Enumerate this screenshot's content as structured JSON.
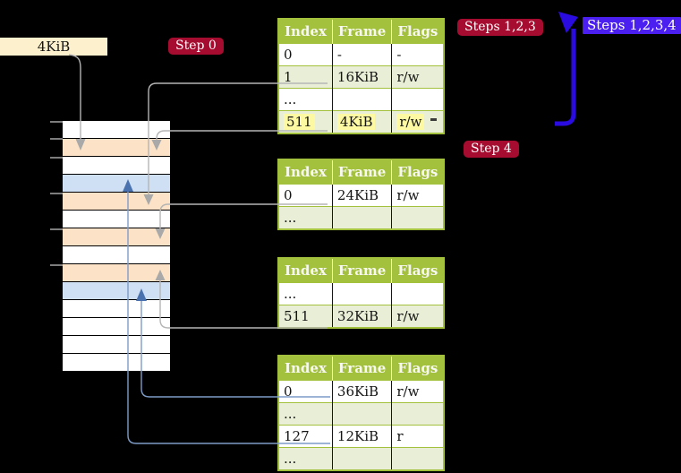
{
  "legend": {
    "label": "4KiB"
  },
  "badges": {
    "step0": "Step 0",
    "steps123": "Steps 1,2,3",
    "steps1234": "Steps 1,2,3,4",
    "step4": "Step 4"
  },
  "memory_strip": {
    "rows": [
      "white",
      "orange",
      "white",
      "blue",
      "orange",
      "white",
      "orange",
      "white",
      "orange",
      "blue",
      "white",
      "white",
      "white",
      "white"
    ]
  },
  "tables": [
    {
      "headers": [
        "Index",
        "Frame",
        "Flags"
      ],
      "rows": [
        {
          "cells": [
            "0",
            "-",
            "-"
          ],
          "shade": "white"
        },
        {
          "cells": [
            "1",
            "16KiB",
            "r/w"
          ],
          "shade": "green"
        },
        {
          "cells": [
            "...",
            "",
            ""
          ],
          "shade": "white"
        },
        {
          "cells": [
            "511",
            "4KiB",
            "r/w"
          ],
          "shade": "green",
          "highlighted": true
        }
      ]
    },
    {
      "headers": [
        "Index",
        "Frame",
        "Flags"
      ],
      "rows": [
        {
          "cells": [
            "0",
            "24KiB",
            "r/w"
          ],
          "shade": "white"
        },
        {
          "cells": [
            "...",
            "",
            ""
          ],
          "shade": "green"
        }
      ]
    },
    {
      "headers": [
        "Index",
        "Frame",
        "Flags"
      ],
      "rows": [
        {
          "cells": [
            "...",
            "",
            ""
          ],
          "shade": "white"
        },
        {
          "cells": [
            "511",
            "32KiB",
            "r/w"
          ],
          "shade": "green"
        }
      ]
    },
    {
      "headers": [
        "Index",
        "Frame",
        "Flags"
      ],
      "rows": [
        {
          "cells": [
            "0",
            "36KiB",
            "r/w"
          ],
          "shade": "white"
        },
        {
          "cells": [
            "...",
            "",
            ""
          ],
          "shade": "green"
        },
        {
          "cells": [
            "127",
            "12KiB",
            "r"
          ],
          "shade": "white"
        },
        {
          "cells": [
            "...",
            "",
            ""
          ],
          "shade": "green"
        }
      ]
    }
  ],
  "colors": {
    "background": "#000000",
    "table_header_bg": "#a3c13c",
    "table_border": "#a3c13c",
    "table_row_alt_bg": "#e9efd6",
    "highlight_yellow": "#fdf8a2",
    "badge_red": "#a60c2f",
    "label_blue": "#4a1ff0",
    "arrow_blue": "#2a0ce0",
    "connector_gray": "#b5b5b5",
    "connector_steelblue": "#7e9cc8",
    "arrowhead_steelblue": "#4a72ae",
    "strip_orange": "#fce3c7",
    "strip_blue": "#cfdff4",
    "legend_bg": "#fcf0cd"
  }
}
